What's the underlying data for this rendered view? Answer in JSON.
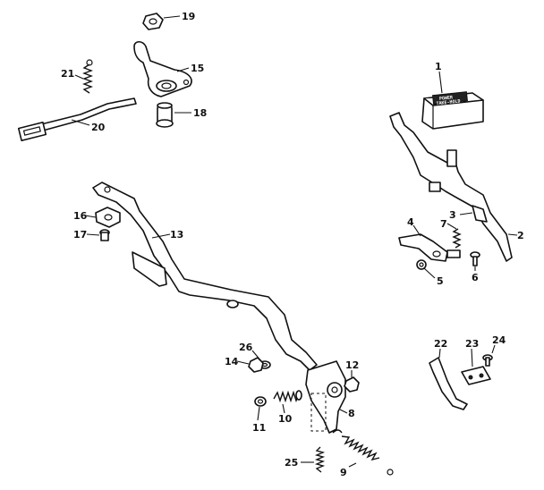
{
  "callouts": [
    "1",
    "2",
    "3",
    "4",
    "5",
    "6",
    "7",
    "8",
    "9",
    "10",
    "11",
    "12",
    "13",
    "14",
    "15",
    "16",
    "17",
    "18",
    "19",
    "20",
    "21",
    "22",
    "23",
    "24",
    "25",
    "26"
  ],
  "decal_text": [
    "POWER",
    "TAKE-HOLD"
  ]
}
